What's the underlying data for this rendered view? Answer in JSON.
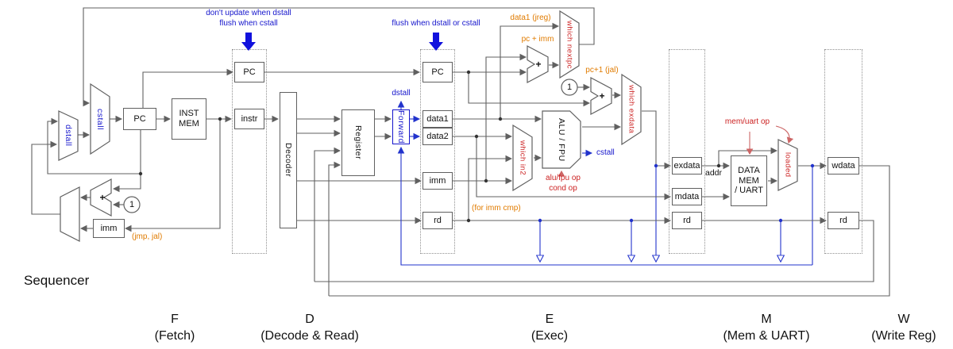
{
  "palette": {
    "blue": "#1515cc",
    "orange": "#e07b00",
    "red": "#cc2222",
    "wire": "#606060"
  },
  "sequencer_label": "Sequencer",
  "stages": [
    {
      "letter": "F",
      "name": "(Fetch)"
    },
    {
      "letter": "D",
      "name": "(Decode & Read)"
    },
    {
      "letter": "E",
      "name": "(Exec)"
    },
    {
      "letter": "M",
      "name": "(Mem & UART)"
    },
    {
      "letter": "W",
      "name": "(Write Reg)"
    }
  ],
  "annotations": {
    "fd_line1": "don't update when dstall",
    "fd_line2": "flush when cstall",
    "de_flush": "flush when dstall or cstall",
    "data1_jreg": "data1 (jreg)",
    "pc_plus_imm": "pc + imm",
    "pc_plus_one_jal": "pc+1 (jal)",
    "jmp_jal": "(jmp, jal)",
    "for_imm_cmp": "(for imm cmp)",
    "alu_op_line1": "alu/fpu op",
    "alu_op_line2": "cond op",
    "mem_uart_op": "mem/uart op",
    "cstall_signal": "cstall",
    "dstall_signal": "dstall",
    "addr_label": "addr"
  },
  "blocks": {
    "pc_fetch": "PC",
    "inst_mem_line1": "INST",
    "inst_mem_line2": "MEM",
    "decoder": "Decoder",
    "register": "Register",
    "forward": "Forward",
    "alu_fpu": "ALU / FPU",
    "data_mem_line1": "DATA",
    "data_mem_line2": "MEM",
    "data_mem_line3": "/ UART",
    "imm_jump": "imm",
    "plus": "+",
    "one": "1"
  },
  "muxes": {
    "dstall": "dstall",
    "cstall": "cstall",
    "which_nextpc": "which nextpc",
    "which_in2": "which in2",
    "which_exdata": "which exdata",
    "loaded": "loaded"
  },
  "pipeline_regs": {
    "fd": {
      "pc": "PC",
      "instr": "instr"
    },
    "de": {
      "pc": "PC",
      "data1": "data1",
      "data2": "data2",
      "imm": "imm",
      "rd": "rd"
    },
    "em": {
      "exdata": "exdata",
      "mdata": "mdata",
      "rd": "rd"
    },
    "mw": {
      "wdata": "wdata",
      "rd": "rd"
    }
  }
}
